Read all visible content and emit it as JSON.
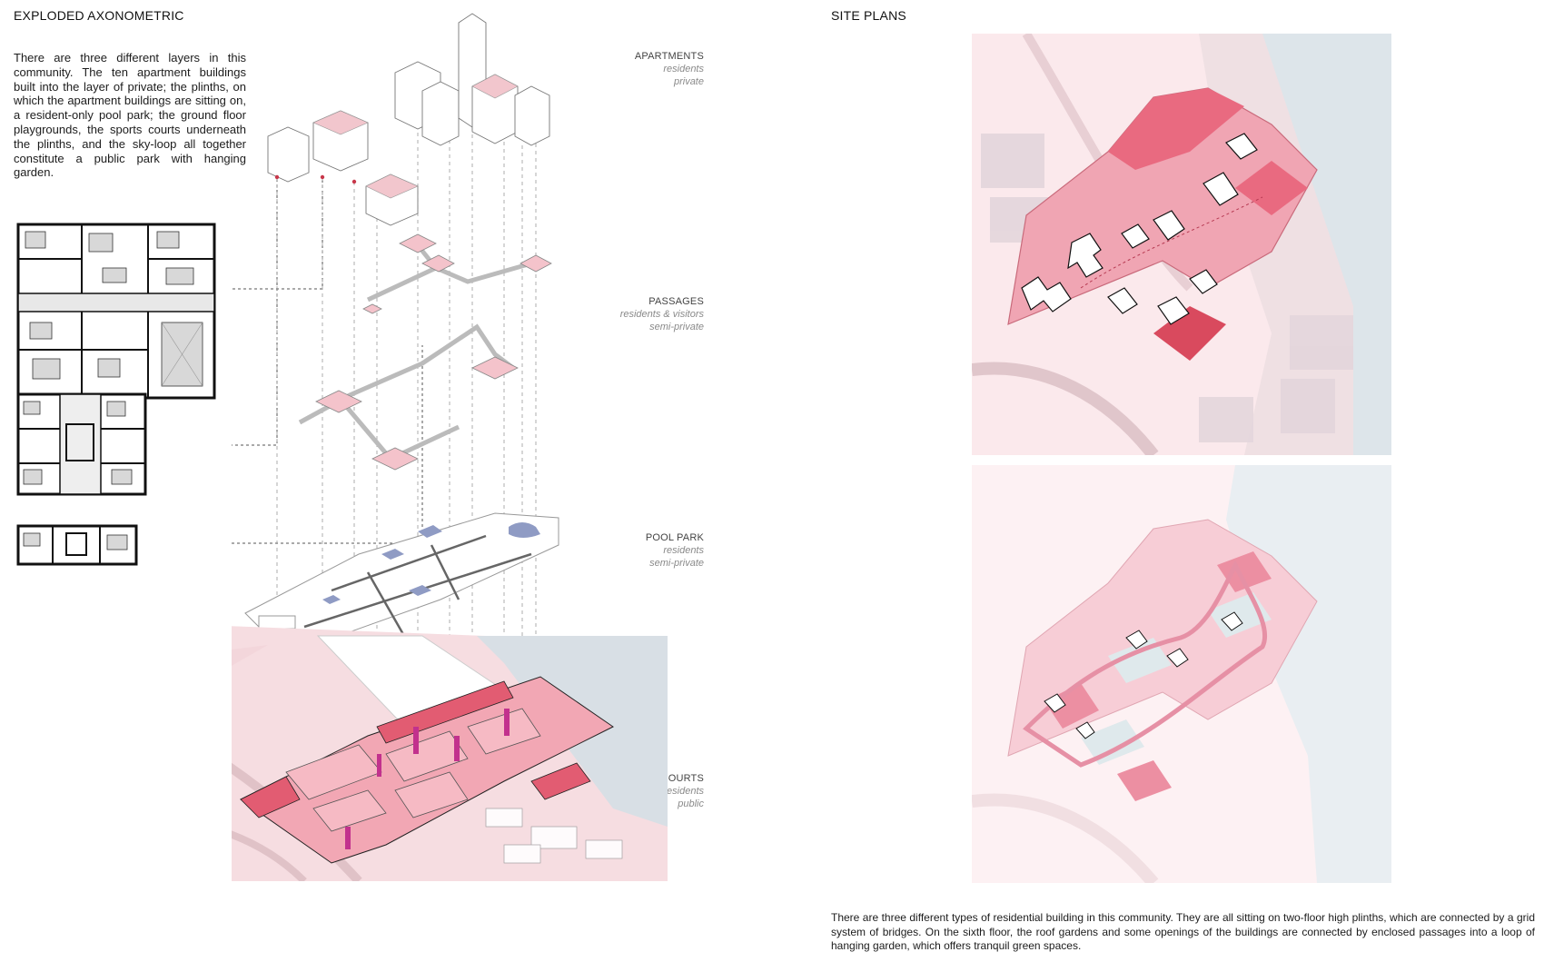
{
  "left_panel": {
    "heading": "EXPLODED AXONOMETRIC",
    "intro": "There are three different layers in this community. The ten apartment buildings built into the layer of private; the plinths, on which the apartment buildings are sitting on,  a resident-only pool park; the ground floor playgrounds, the sports courts underneath the plinths, and the sky-loop all together constitute a public park with hanging garden."
  },
  "layers": [
    {
      "title": "APARTMENTS",
      "users": "residents",
      "privacy": "private"
    },
    {
      "title": "PASSAGES",
      "users": "residents & visitors",
      "privacy": "semi-private"
    },
    {
      "title": "POOL PARK",
      "users": "residents",
      "privacy": "semi-private"
    },
    {
      "title": "SPORTS COURTS",
      "users": "visitors & residents",
      "privacy": "public"
    }
  ],
  "right_panel": {
    "heading": "SITE PLANS",
    "caption": "There are three different types of residential building in this community. They are all sitting on two-floor high plinths, which are connected by a grid system of bridges. On the sixth floor, the roof gardens and some openings of the buildings are connected by enclosed passages into a loop of hanging garden, which offers tranquil green spaces."
  },
  "colors": {
    "pink_light": "#f6d3d9",
    "pink_mid": "#ee9aaa",
    "pink_strong": "#e36276",
    "red": "#d8404f",
    "magenta": "#c2318d",
    "water": "#d8e0e6",
    "blue_pool": "#8f9bc4",
    "leader": "#666666"
  }
}
